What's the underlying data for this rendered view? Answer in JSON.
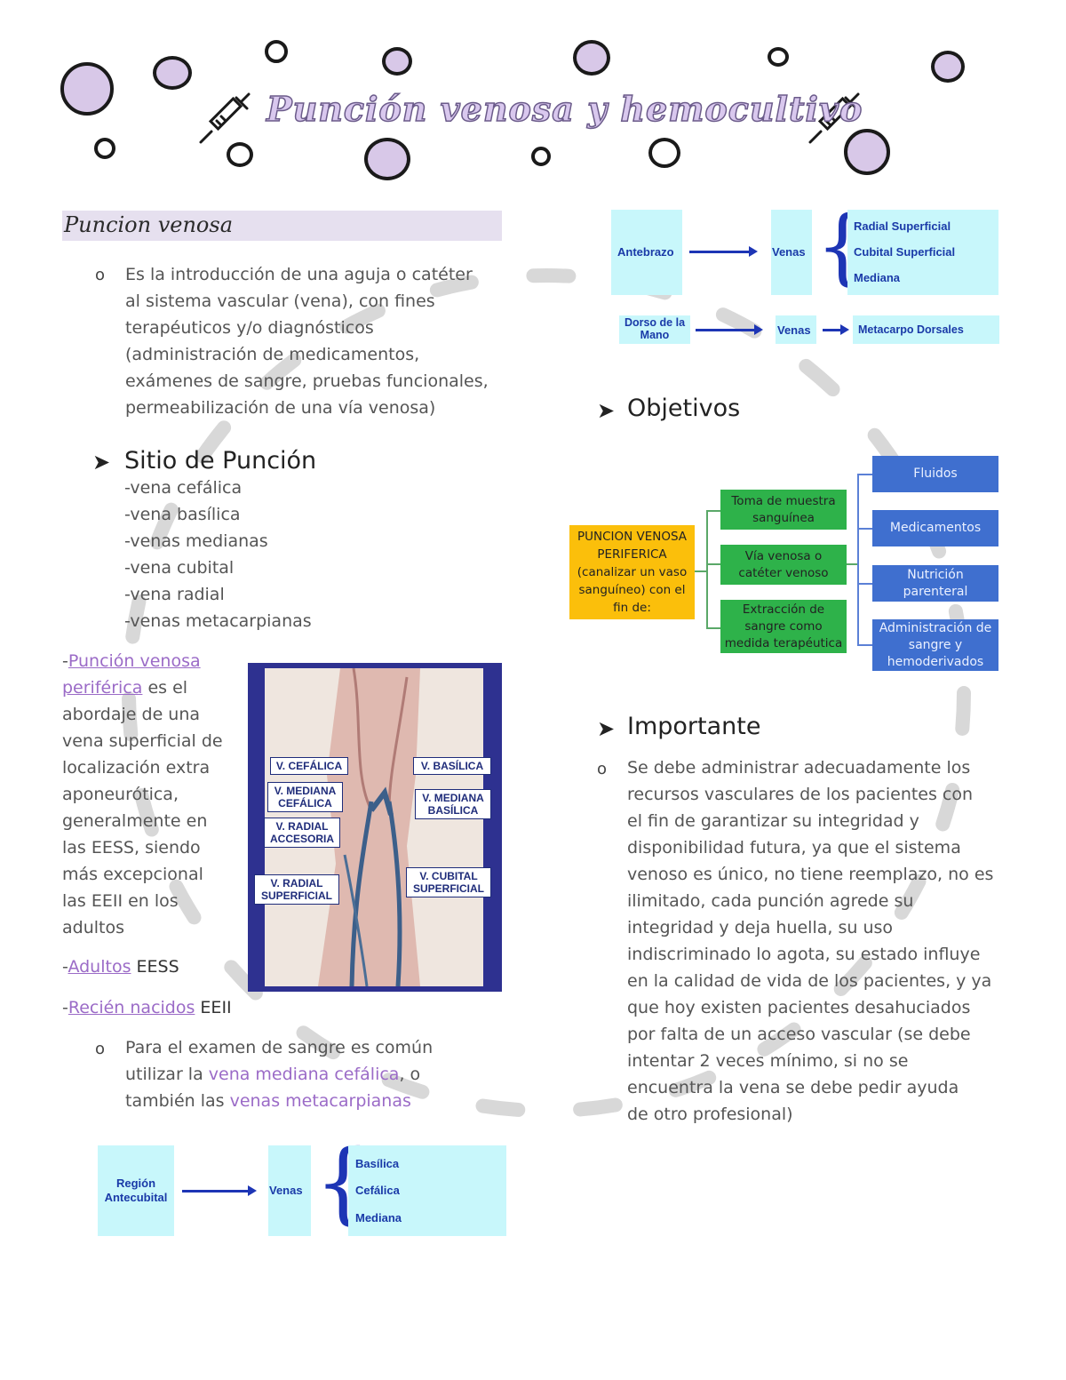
{
  "header": {
    "title": "Punción venosa y hemocultivo"
  },
  "section": {
    "title": "Puncion venosa",
    "intro": [
      "Es la introducción de una aguja o catéter",
      "al sistema vascular (vena), con fines",
      "terapéuticos y/o diagnósticos",
      "(administración de medicamentos,",
      "exámenes de sangre, pruebas funcionales,",
      "permeabilización de una vía venosa)"
    ],
    "sitio_heading": "Sitio de Punción",
    "sitio_items": [
      "-vena cefálica",
      "-vena basílica",
      "-venas medianas",
      "-vena cubital",
      "-vena radial",
      "-venas metacarpianas"
    ],
    "periferica": {
      "prefix": "-",
      "term_line1": "Punción venosa",
      "term_line2": "periférica",
      "line2_rest": " es el",
      "lines": [
        "abordaje de una",
        "vena superficial de",
        "localización extra",
        "aponeurótica,",
        "generalmente en",
        "las EESS, siendo",
        "más excepcional",
        "las EEII en los",
        "adultos"
      ]
    },
    "adultos": {
      "prefix": "-",
      "term": "Adultos",
      "rest": " EESS"
    },
    "recien": {
      "prefix": "-",
      "term": "Recién nacidos",
      "rest": " EEII"
    },
    "examen": {
      "line1": "Para el examen de sangre es común",
      "line2a": "utilizar la ",
      "line2b": "vena mediana cefálica",
      "line2c": ", o",
      "line3a": "también las ",
      "line3b": "venas metacarpianas"
    }
  },
  "arm_image": {
    "labels": {
      "cefalica": "V. CEFÁLICA",
      "mediana_cefalica": "V. MEDIANA CEFÁLICA",
      "radial_accesoria": "V. RADIAL ACCESORIA",
      "radial_superficial": "V. RADIAL SUPERFICIAL",
      "basilica": "V. BASÍLICA",
      "mediana_basilica": "V. MEDIANA BASÍLICA",
      "cubital_superficial": "V. CUBITAL SUPERFICIAL"
    }
  },
  "diagram_antecubital": {
    "source": "Región Antecubital",
    "mid": "Venas",
    "items": [
      "Basílica",
      "Cefálica",
      "Mediana"
    ]
  },
  "diagram_antebrazo": {
    "source": "Antebrazo",
    "mid": "Venas",
    "items": [
      "Radial Superficial",
      "Cubital Superficial",
      "Mediana"
    ]
  },
  "diagram_dorso": {
    "source": "Dorso de la Mano",
    "mid": "Venas",
    "target": "Metacarpo Dorsales"
  },
  "objetivos": {
    "heading": "Objetivos",
    "main": "PUNCION VENOSA PERIFERICA (canalizar un vaso sanguíneo) con el fin de:",
    "green": [
      "Toma de muestra sanguínea",
      "Vía venosa o catéter venoso",
      "Extracción de sangre como medida terapéutica"
    ],
    "blue": [
      "Fluidos",
      "Medicamentos",
      "Nutrición parenteral",
      "Administración de sangre y hemoderivados"
    ]
  },
  "importante": {
    "heading": "Importante",
    "lines": [
      "Se debe administrar adecuadamente los",
      "recursos vasculares de los pacientes con",
      "el fin de garantizar su integridad y",
      "disponibilidad futura, ya que el sistema",
      "venoso es único, no tiene reemplazo, no es",
      "ilimitado, cada punción agrede su",
      "integridad y deja huella, su uso",
      "indiscriminado lo agota, su estado influye",
      "en la calidad de vida de los pacientes, y ya",
      "que hoy existen pacientes desahuciados",
      "por falta de un acceso vascular (se debe",
      "intentar 2 veces mínimo, si no se",
      "encuentra la vena se debe pedir ayuda",
      "de otro profesional)"
    ]
  },
  "colors": {
    "lilac": "#d8c8e8",
    "purple_text": "#9b6bc7",
    "diagram_blue": "#1d35b5",
    "cyan_box": "#c8f7fb",
    "green_box": "#2eb24a",
    "blue_box": "#3f6fcf",
    "yellow_box": "#fbbf0b"
  }
}
